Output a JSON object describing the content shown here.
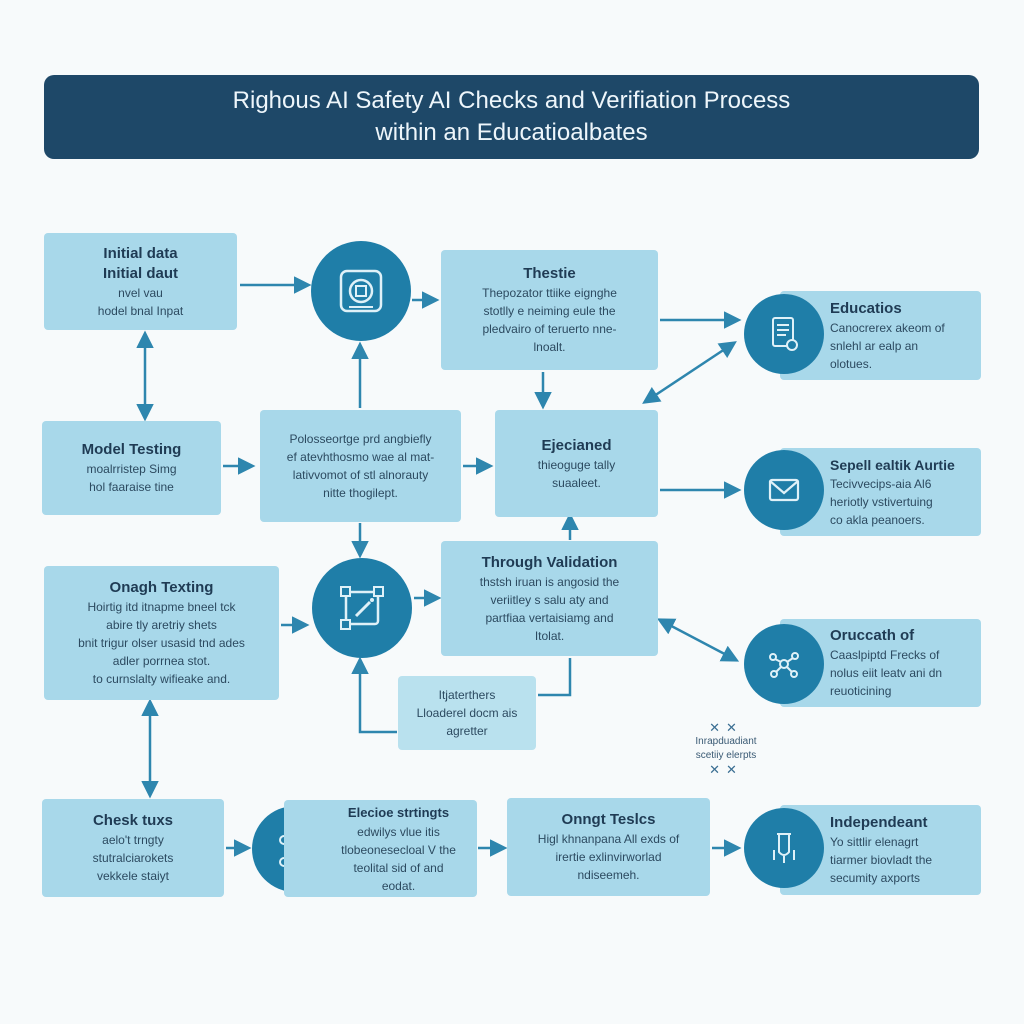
{
  "title": {
    "line1": "Righous AI Safety AI Checks and Verifiation Process",
    "line2": "within an Educatioalbates"
  },
  "colors": {
    "title_bar": "#1e4868",
    "box": "#a8d8ea",
    "circle": "#1f7ea8",
    "connector": "#2e86ae"
  },
  "boxes": {
    "initial_data": {
      "title1": "Initial data",
      "title2": "Initial daut",
      "lines": [
        "nvel vau",
        "hodel bnal Inpat"
      ]
    },
    "model_testing": {
      "title": "Model Testing",
      "lines": [
        "moalrristep Simg",
        "hol faaraise tine"
      ]
    },
    "ongh_texting": {
      "title": "Onagh Texting",
      "lines": [
        "Hoirtig itd itnapme bneel tck",
        "abire tly aretriy shets",
        "bnit trigur olser usasid tnd ades",
        "adler porrnea stot.",
        "to curnslalty wifieake and."
      ]
    },
    "check_tuxs": {
      "title": "Chesk tuxs",
      "lines": [
        "aelo't trngty",
        "stutralciarokets",
        "vekkele staiyt"
      ]
    },
    "center_mid": {
      "lines": [
        "Polosseortge prd angbiefly",
        "ef atevhthosmo wae al mat-",
        "lativvomot of stl alnorauty",
        "nitte thogilept."
      ]
    },
    "thestie": {
      "title": "Thestie",
      "lines": [
        "Thepozator ttiike eignghe",
        "stotlly e neiming eule the",
        "pledvairo of teruerto nne-",
        "lnoalt."
      ]
    },
    "ejecianed": {
      "title": "Ejecianed",
      "lines": [
        "thieoguge tally",
        "suaaleet."
      ]
    },
    "through_validation": {
      "title": "Through Validation",
      "lines": [
        "thstsh iruan is angosid the",
        "veriitley s salu aty and",
        "partfiaa vertaisiamg and",
        "Itolat."
      ]
    },
    "small_box": {
      "lines": [
        "Itjaterthers",
        "Lloaderel docm ais",
        "agretter"
      ]
    },
    "elecioe_strtingts": {
      "title": "Elecioe strtingts",
      "lines": [
        "edwilys vlue itis",
        "tlobeonesecloal V the",
        "teolital sid of and",
        "eodat."
      ]
    },
    "ongt_teslcs": {
      "title": "Onngt Teslcs",
      "lines": [
        "Higl khnanpana All exds of",
        "irertie exlinvirworlad",
        "ndiseemeh."
      ]
    },
    "educatios": {
      "title": "Educatios",
      "lines": [
        "Canocrerex akeom of",
        "snlehl ar ealp an",
        "olotues."
      ]
    },
    "sepell_ealtik": {
      "title": "Sepell ealtik Aurtie",
      "lines": [
        "Tecivvecips-aia Al6",
        "heriotly vstivertuing",
        "co akla peanoers."
      ]
    },
    "oruccath": {
      "title": "Oruccath of",
      "lines": [
        "Caaslpiptd Frecks of",
        "nolus eiit leatv ani dn",
        "reuoticining"
      ]
    },
    "independeant": {
      "title": "Independeant",
      "lines": [
        "Yo sittlir elenagrt",
        "tiarmer biovladt the",
        "secumity axports"
      ]
    }
  },
  "note": {
    "marks_top": "✕✕",
    "line1": "Inrapduadiant",
    "line2": "scetiiy elerpts",
    "marks_bottom": "✕✕"
  },
  "icons": {
    "top_circle": "shield-chip-icon",
    "mid_circle": "edit-network-icon",
    "educatios": "document-icon",
    "sepell": "envelope-icon",
    "oruccath": "network-icon",
    "check_circle": "molecule-icon",
    "independeant": "lock-test-icon"
  }
}
